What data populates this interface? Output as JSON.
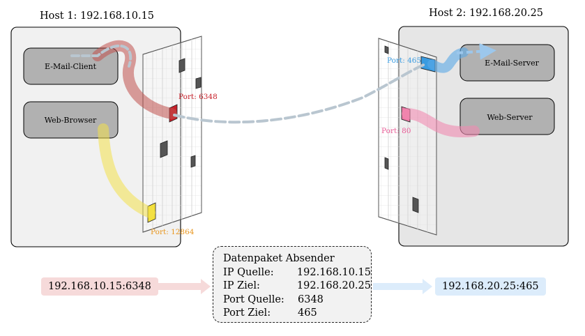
{
  "host1": {
    "title": "Host 1: 192.168.10.15",
    "apps": [
      "E-Mail-Client",
      "Web-Browser"
    ],
    "ports": [
      {
        "label": "Port: 6348",
        "color": "#c8202a"
      },
      {
        "label": "Port: 12864",
        "color": "#e8961e"
      }
    ]
  },
  "host2": {
    "title": "Host 2: 192.168.20.25",
    "apps": [
      "E-Mail-Server",
      "Web-Server"
    ],
    "ports": [
      {
        "label": "Port: 465",
        "color": "#3a9be0"
      },
      {
        "label": "Port: 80",
        "color": "#e85a95"
      }
    ]
  },
  "packet": {
    "title": "Datenpaket Absender",
    "rows": [
      {
        "key": "IP Quelle:",
        "value": "192.168.10.15"
      },
      {
        "key": "IP Ziel:",
        "value": "192.168.20.25"
      },
      {
        "key": "Port Quelle:",
        "value": "6348"
      },
      {
        "key": "Port Ziel:",
        "value": "465"
      }
    ]
  },
  "source_address": "192.168.10.15:6348",
  "destination_address": "192.168.20.25:465",
  "colors": {
    "email_flow": "#c0504d",
    "web_flow": "#f2e04a",
    "server_email": "#5aa9e6",
    "server_web": "#f08ab0",
    "tunnel": "#b9c6d0"
  }
}
